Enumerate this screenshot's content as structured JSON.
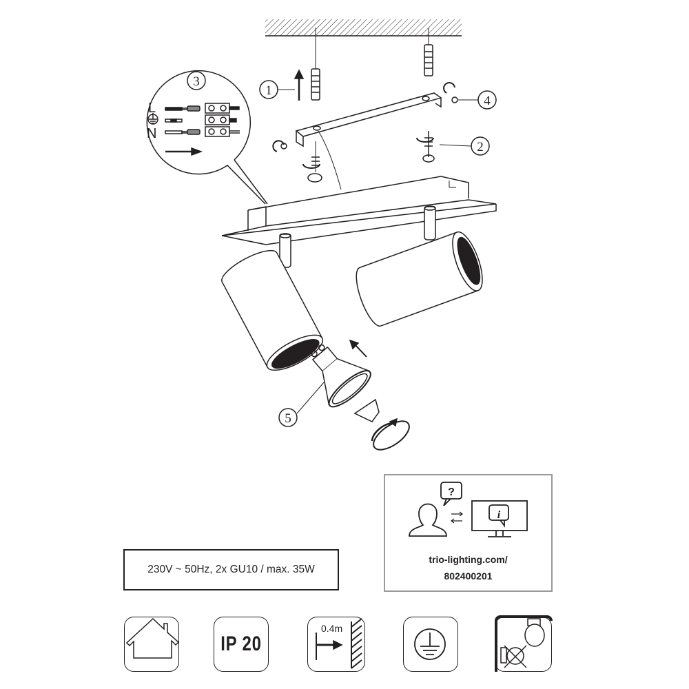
{
  "steps": [
    "1",
    "2",
    "3",
    "4",
    "5"
  ],
  "wiring": {
    "live_label": "L",
    "neutral_label": "N"
  },
  "spec_text": "230V ~ 50Hz, 2x GU10 / max. 35W",
  "info": {
    "url": "trio-lighting.com/",
    "code": "802400201"
  },
  "icons": {
    "indoor": "house-icon",
    "ip_rating": "IP 20",
    "min_distance": "0.4m",
    "earth": "protective-earth-icon",
    "no_insulation_cover": "no-cover-icon"
  },
  "colors": {
    "ink": "#231f20",
    "info_border": "#9a9a9a"
  }
}
